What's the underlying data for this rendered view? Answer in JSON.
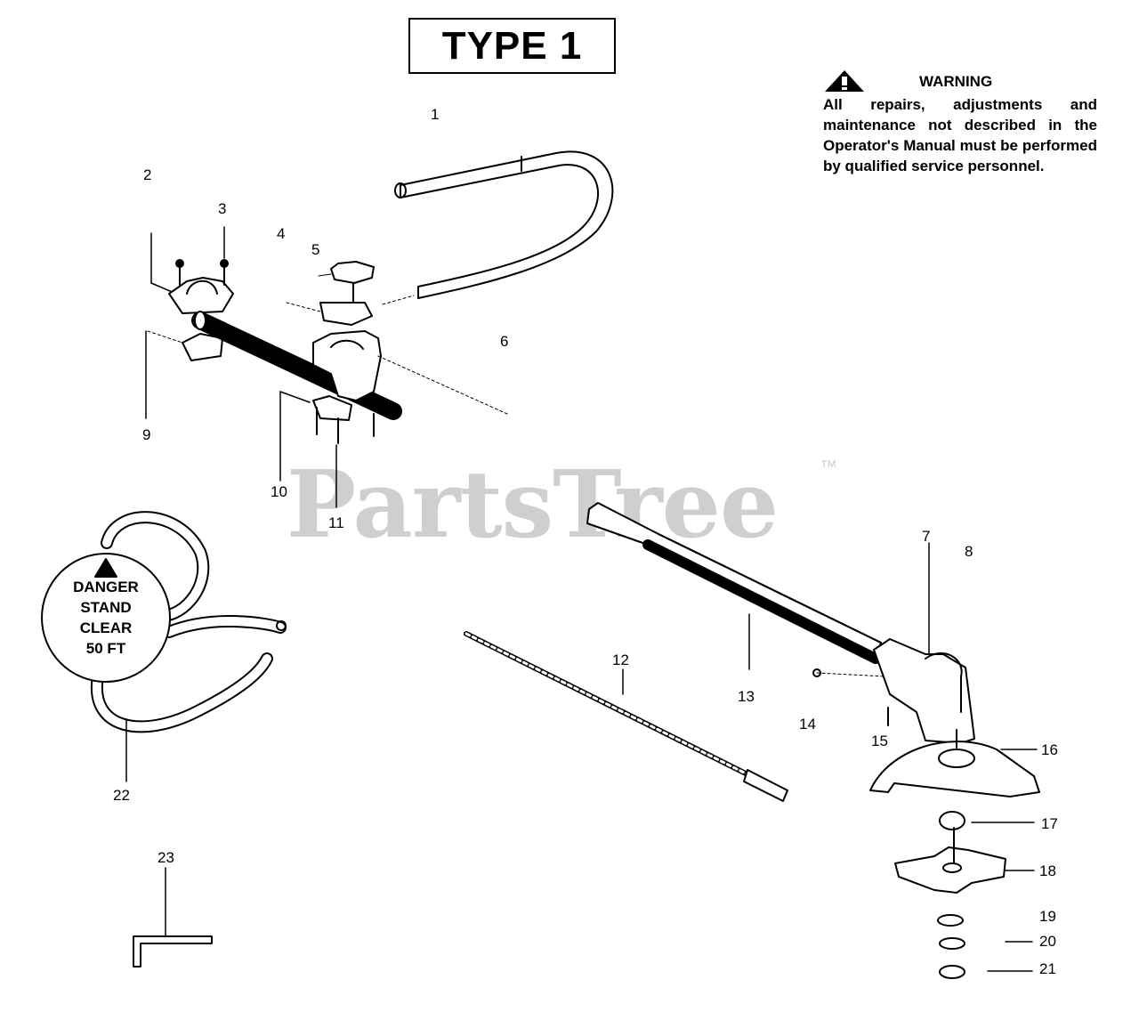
{
  "title": "TYPE 1",
  "warning": {
    "heading": "WARNING",
    "body": "All repairs, adjustments and maintenance not described in the Operator's Manual must be performed by qualified service personnel."
  },
  "watermark": {
    "text": "PartsTree",
    "trademark": "™"
  },
  "decal": {
    "lines": [
      "DANGER",
      "STAND",
      "CLEAR",
      "50 FT"
    ]
  },
  "callouts": [
    "1",
    "2",
    "3",
    "4",
    "5",
    "6",
    "7",
    "8",
    "9",
    "10",
    "11",
    "12",
    "13",
    "14",
    "15",
    "16",
    "17",
    "18",
    "19",
    "20",
    "21",
    "22",
    "23"
  ]
}
